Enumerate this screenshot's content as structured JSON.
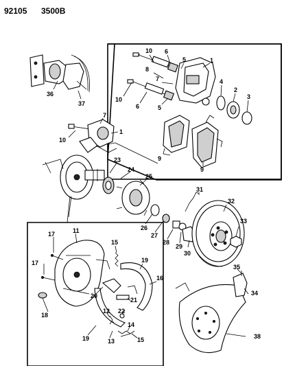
{
  "header": {
    "left_code": "92105",
    "right_code": "3500B"
  },
  "labels": {
    "l1a": "1",
    "l1b": "1",
    "l2": "2",
    "l3": "3",
    "l4": "4",
    "l5a": "5",
    "l5b": "5",
    "l6a": "6",
    "l6b": "6",
    "l7a": "7",
    "l7b": "7",
    "l8": "8",
    "l9a": "9",
    "l9b": "9",
    "l10a": "10",
    "l10b": "10",
    "l10c": "10",
    "l11": "11",
    "l12": "12",
    "l13": "13",
    "l14": "14",
    "l15a": "15",
    "l15b": "15",
    "l16": "16",
    "l17a": "17",
    "l17b": "17",
    "l18": "18",
    "l19a": "19",
    "l19b": "19",
    "l20": "20",
    "l21": "21",
    "l22": "22",
    "l23": "23",
    "l24": "24",
    "l25": "25",
    "l26": "26",
    "l27": "27",
    "l28": "28",
    "l29": "29",
    "l30": "30",
    "l31": "31",
    "l32": "32",
    "l33": "33",
    "l34": "34",
    "l35": "35",
    "l36": "36",
    "l37": "37",
    "l38": "38"
  }
}
